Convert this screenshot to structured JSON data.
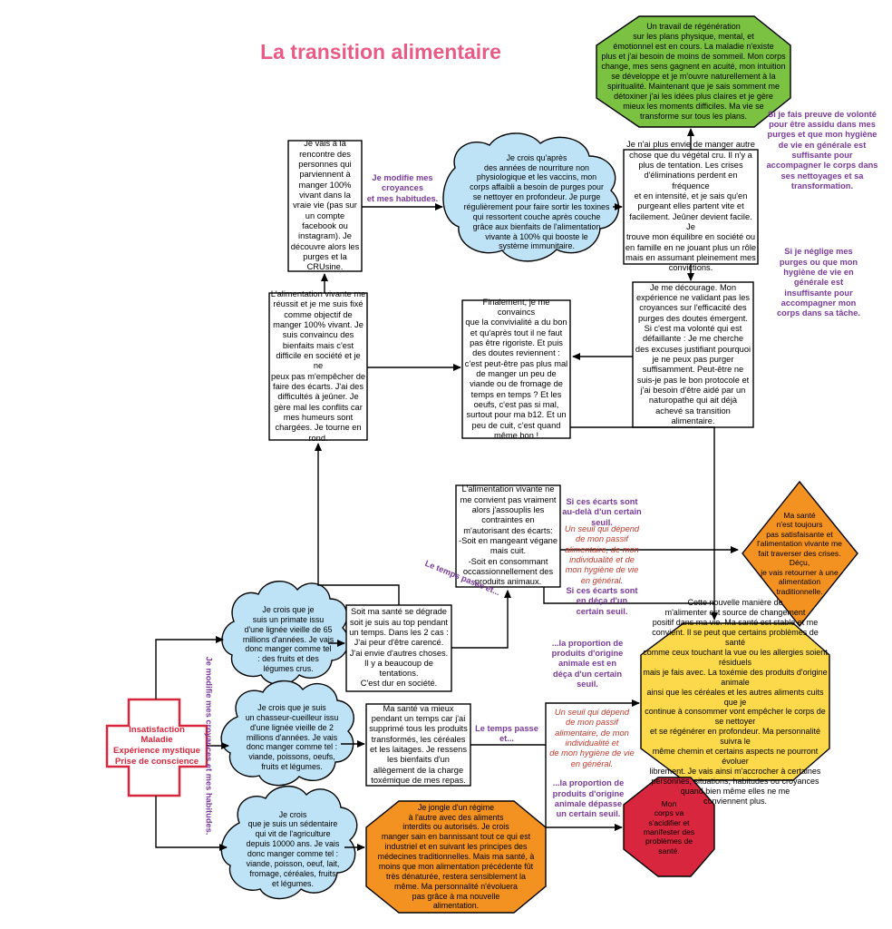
{
  "title": "La transition alimentaire",
  "colors": {
    "title": "#e85b86",
    "cloud": "#bfe3f6",
    "green": "#7cc242",
    "orange": "#f39220",
    "yellow": "#fbd94a",
    "red": "#d7263d",
    "purple": "#7a3a9a",
    "italic_red": "#c0392b"
  },
  "nodes": {
    "cross": "Insatisfaction\nMaladie\nExpérience mystique\nPrise de conscience",
    "cloud_primate": "Je crois que je\nsuis un primate issu\nd'une lignée vieille de 65\nmillions d'années. Je vais\ndonc manger comme tel\n: des fruits et des\nlégumes crus.",
    "cloud_chasseur": "Je crois que je suis\nun chasseur-cueilleur issu\nd'une lignée vieille de 2\nmillions d'années. Je vais\ndonc manger comme tel :\nviande, poissons, oeufs,\nfruits et légumes.",
    "cloud_sedentaire": "Je       crois\nque je suis un sédentaire\nqui vit de l'agriculture\ndepuis 10000 ans. Je vais\ndonc manger comme tel :\nviande, poisson, oeuf, lait,\nfromage, céréales, fruits\net       légumes.",
    "box_degrade": "Soit ma santé se dégrade\nsoit je suis au top pendant\nun temps. Dans les 2 cas :\nJ'ai peur d'être carencé.\nJ'ai envie d'autres choses.\nIl y a beaucoup de\ntentations.\nC'est dur en société.",
    "box_mieux": "Ma santé va mieux\npendant un temps car j'ai\nsupprimé tous les produits\ntransformés, les céréales\net les laitages. Je ressens\nles bienfaits d'un\nallègement de la charge\ntoxémique de mes repas.",
    "oct_jongle": "Je jongle d'un régime\nà l'autre avec des aliments\ninterdits ou autorisés. Je crois\nmanger sain en bannissant tout ce qui est\nindustriel et en suivant les principes des\nmédecines traditionnelles. Mais ma santé, à\nmoins que mon alimentation précédente fût\ntrès dénaturée, restera sensiblement la\nmême. Ma personnalité n'évoluera\npas grâce à ma nouvelle\nalimentation.",
    "box_ne_convient": "L'alimentation vivante ne\nme convient pas vraiment\nalors j'assouplis les\ncontraintes en\nm'autorisant des écarts:\n-Soit en mangeant végane\nmais cuit.\n-Soit en consommant\noccassionnellement des\nproduits animaux.",
    "box_reussit": "L'alimentation vivante me\nréussit et je me suis fixé\ncomme objectif de\nmanger 100% vivant. Je\nsuis convaincu des\nbienfaits mais c'est\ndifficile en société et je ne\npeux pas m'empêcher de\nfaire des écarts. J'ai des\ndifficultés à jeûner. Je\ngère mal les conflits car\nmes humeurs sont\nchargées. Je tourne en\nrond.",
    "box_rencontre": "Je vais à la\nrencontre des\npersonnes qui\nparviennent à\nmanger 100%\nvivant dans la\nvraie vie (pas sur\nun compte\nfacebook ou\ninstagram). Je\ndécouvre alors les\npurges et la\nCRUsine.",
    "cloud_purges": "Je crois      qu'après\ndes années de nourriture non\nphysiologique et les vaccins, mon\ncorps affaibli a besoin de purges pour\nse nettoyer en profondeur. Je purge\nrégulièrement pour faire sortir les toxines\nqui ressortent couche après couche\ngrâce aux bienfaits de l'alimentation\nvivante à 100% qui booste le\nsystème   immunitaire.",
    "box_finalement": "Finalement, je me convaincs\nque la convivialité a du bon\net qu'après tout il ne faut\npas être rigoriste. Et puis\ndes doutes reviennent :\nc'est peut-être pas plus mal\nde manger un peu de\nviande ou de fromage de\ntemps en temps ? Et les\noeufs, c'est pas si mal,\nsurtout pour ma b12. Et un\npeu de cuit, c'est quand\nmême bon !",
    "box_plus_envie": "Je n'ai plus envie de manger autre\nchose que du végétal cru. Il n'y a\nplus de tentation. Les crises\nd'éliminations perdent en fréquence\net en intensité, et je sais qu'en\npurgeant elles partent vite et\nfacilement. Jeûner devient facile. Je\ntrouve mon équilibre en société ou\nen famille en ne jouant plus un rôle\nmais en assumant pleinement mes\nconvictions.",
    "box_decourage": "Je me décourage. Mon\nexpérience ne validant pas les\ncroyances sur l'efficacité des\npurges des doutes émergent.\nSi c'est ma volonté qui est\ndéfaillante : Je me cherche\ndes excuses justifiant pourquoi\nje ne peux pas purger\nsuffisamment. Peut-être ne\nsuis-je pas le bon protocole et\nj'ai besoin d'être aidé par un\nnaturopathe qui ait déjà\nachevé sa transition\nalimentaire.",
    "oct_green": "Un travail de régénération\nsur les plans physique, mental, et\némotionnel est en cours. La maladie n'existe\nplus et j'ai besoin de moins de sommeil. Mon corps\nchange, mes sens gagnent en acuité, mon intuition\nse développe et je m'ouvre naturellement à la\nspiritualité. Maintenant que je sais somment me\ndétoxiner j'ai les idées plus claires et je gère\nmieux les moments difficiles. Ma vie se\ntransforme sur tous les plans.",
    "diamond_orange": "Ma santé\nn'est toujours\npas satisfaisante et\nl'alimentation vivante me\nfait traverser des crises. Déçu,\nje vais retourner à une\nalimentation\ntraditionnelle.",
    "oct_yellow": "Cette nouvelle manière de\nm'alimenter est source de changement\npositif dans ma vie. Ma santé est stable et me\nconvient. Il se peut que certains problèmes de santé\ncomme ceux touchant la vue ou les allergies soient résiduels\nmais je fais avec. La toxémie des produits d'origine animale\nainsi que les céréales et les autres aliments cuits que je\ncontinue à consommer vont empêcher le corps de se nettoyer\net se régénérer en profondeur. Ma personnalité suivra le\nmême chemin et certains aspects ne pourront évoluer\nlibrement. Je vais ainsi m'accrocher à certaines\npersonnes, situations, habitudes ou croyances\nquand bien même elles ne me\nconviennent plus.",
    "oct_red": "Mon\ncorps va\ns'acidifier et\nmanifester des\nproblèmes de\nsanté."
  },
  "labels": {
    "modifie_top": "Je modifie mes\ncroyances\net mes habitudes.",
    "assidu": "Si je fais preuve de volonté\npour être assidu dans mes\npurges et que mon hygiène\nde vie en générale est\nsuffisante pour\naccompagner le corps dans\nses nettoyages et sa\ntransformation.",
    "neglige": "Si je néglige mes\npurges ou que mon\nhygiène de vie en\ngénérale est\ninsuffisante pour\naccompagner mon\ncorps dans sa tâche.",
    "ecarts_dela": "Si ces écarts sont\nau-delà d'un certain\nseuil.",
    "seuil_1": "Un seuil qui dépend\nde mon passif\nalimentaire, de mon\nindividualité et de\nmon hygiène de vie\nen général.",
    "ecarts_deca": "Si ces écarts sont\nen déça d'un\ncertain seuil.",
    "temps_passe_rot": "Le temps passe\net...",
    "proportion_deca": "...la proportion de\nproduits d'origine\nanimale est en\ndéça d'un certain\nseuil.",
    "temps_passe": "Le temps passe\net...",
    "seuil_2": "Un seuil qui dépend\nde mon passif\nalimentaire, de mon\nindividualité et\nde mon hygiène de vie\nen général.",
    "proportion_depasse": "...la proportion de\nproduits d'origine\nanimale dépasse\nun certain seuil.",
    "modifie_vertical": "Je modifie mes croyances et mes habitudes."
  }
}
